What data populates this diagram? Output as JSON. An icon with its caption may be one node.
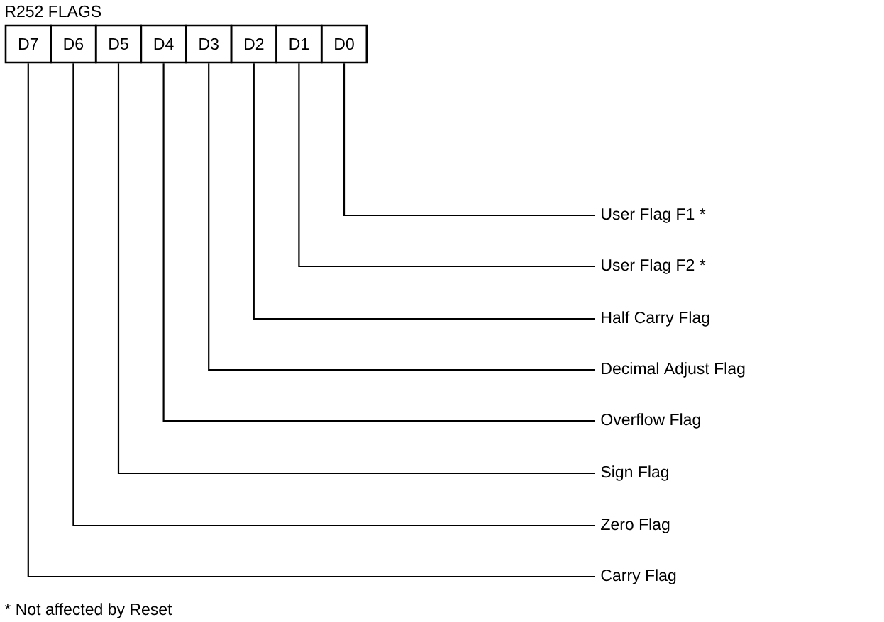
{
  "diagram": {
    "nodes": [
      {
        "text": [
          "D7"
        ]
      },
      {
        "text": [
          "D6"
        ]
      },
      {
        "text": [
          "D5"
        ]
      },
      {
        "text": [
          "D4"
        ]
      },
      {
        "text": [
          "D3"
        ]
      },
      {
        "text": [
          "D2"
        ]
      },
      {
        "text": [
          "D1"
        ]
      },
      {
        "text": [
          "D0"
        ]
      },
      {
        "text": [
          "User Flag F1 *"
        ]
      },
      {
        "text": [
          "User Flag F2 *"
        ]
      },
      {
        "text": [
          "Half Carry Flag"
        ]
      },
      {
        "text": [
          "Decimal Adjust Flag"
        ]
      },
      {
        "text": [
          "Overflow Flag"
        ]
      },
      {
        "text": [
          "Sign Flag"
        ]
      },
      {
        "text": [
          "Zero Flag"
        ]
      },
      {
        "text": [
          "Carry Flag"
        ]
      }
    ],
    "edges": [
      {
        "from": 7,
        "to": 8,
        "arrow": "none"
      },
      {
        "from": 6,
        "to": 9,
        "arrow": "none"
      },
      {
        "from": 5,
        "to": 10,
        "arrow": "none"
      },
      {
        "from": 4,
        "to": 11,
        "arrow": "none"
      },
      {
        "from": 3,
        "to": 12,
        "arrow": "none"
      },
      {
        "from": 2,
        "to": 13,
        "arrow": "none"
      },
      {
        "from": 1,
        "to": 14,
        "arrow": "none"
      },
      {
        "from": 0,
        "to": 15,
        "arrow": "none"
      }
    ],
    "labels": [
      "R252 FLAGS",
      "* Not affected by Reset"
    ]
  }
}
